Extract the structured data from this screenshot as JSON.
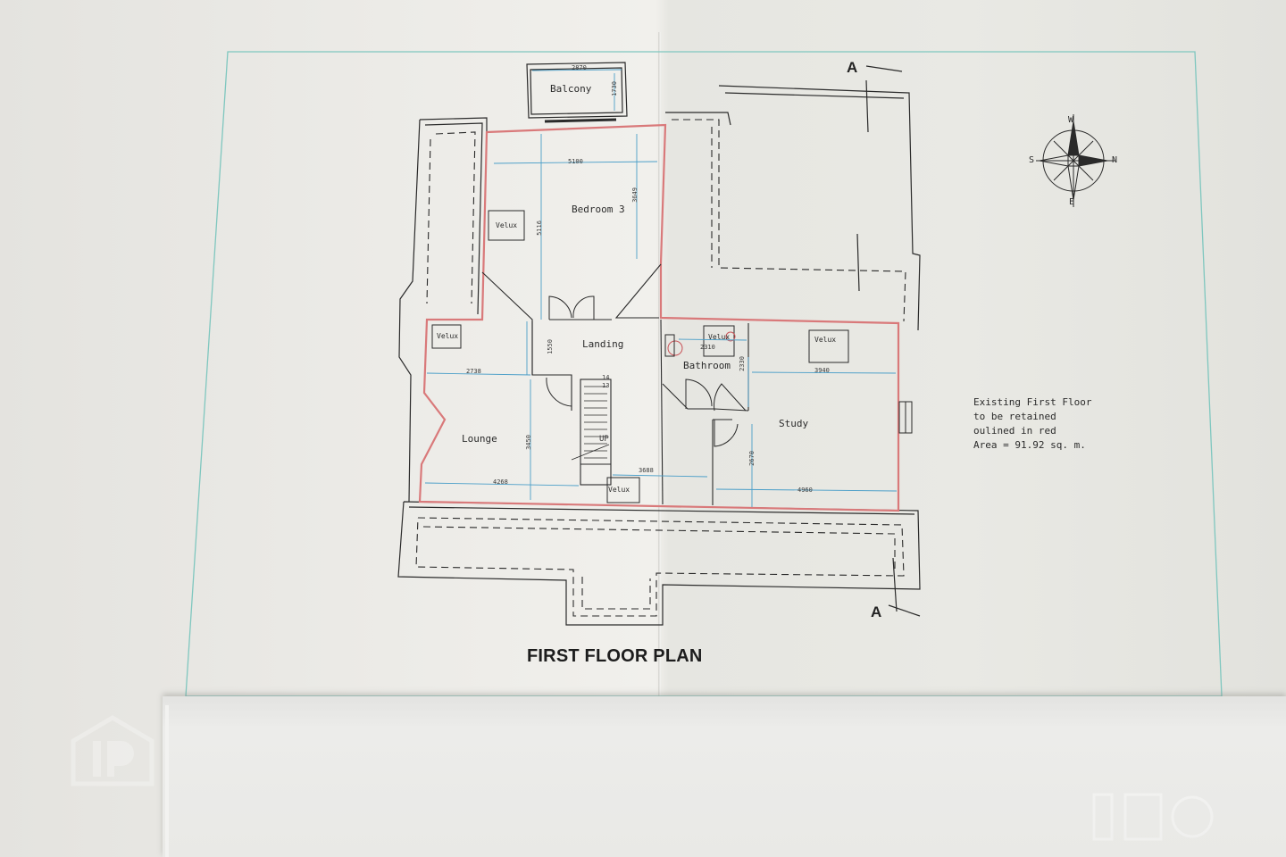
{
  "drawing": {
    "title": "FIRST FLOOR PLAN",
    "section_marker": "A",
    "rooms": {
      "balcony": "Balcony",
      "bedroom3": "Bedroom 3",
      "landing": "Landing",
      "bathroom": "Bathroom",
      "lounge": "Lounge",
      "study": "Study"
    },
    "velux": "Velux",
    "stair_up": "UP",
    "stair_steps": [
      "14",
      "13"
    ],
    "dimensions": {
      "balcony_width": "2870",
      "balcony_depth": "1730",
      "bedroom_width": "5100",
      "bedroom_depth": "5116",
      "bedroom_side": "3649",
      "landing_depth": "1550",
      "lounge_width": "2738",
      "lounge_depth": "3450",
      "lounge_bottom": "4268",
      "corridor": "3688",
      "bathroom_width": "2310",
      "bathroom_depth": "2330",
      "study_width": "3940",
      "study_depth": "2670",
      "study_bottom": "4960"
    },
    "note_lines": [
      "Existing First Floor",
      "to be retained",
      "oulined in red",
      "Area = 91.92 sq. m."
    ],
    "compass": {
      "n": "N",
      "s": "S",
      "e": "E",
      "w": "W"
    }
  },
  "colors": {
    "outline_red": "#d9797a",
    "border_teal": "#7fc7bf",
    "dimension_blue": "#4a9ec8",
    "wall": "#2a2a2a"
  }
}
